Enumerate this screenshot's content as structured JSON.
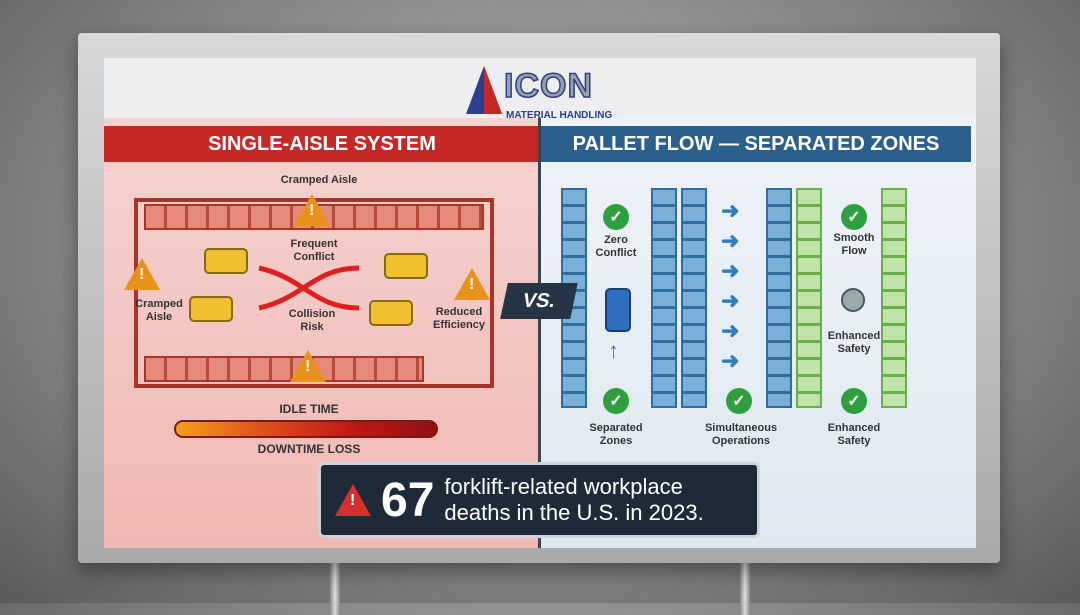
{
  "logo": {
    "name": "ICON",
    "sub": "MATERIAL HANDLING"
  },
  "left": {
    "title": "SINGLE-AISLE SYSTEM",
    "labels": {
      "cramped_top": "Cramped Aisle",
      "cramped_left": "Cramped\nAisle",
      "conflict": "Frequent\nConflict",
      "collision": "Collision\nRisk",
      "reduced": "Reduced\nEfficiency",
      "idle": "IDLE TIME",
      "downtime": "DOWNTIME LOSS"
    }
  },
  "vs": "VS.",
  "right": {
    "title": "PALLET FLOW — SEPARATED ZONES",
    "labels": {
      "zero": "Zero\nConflict",
      "smooth": "Smooth\nFlow",
      "enhanced_mid": "Enhanced\nSafety",
      "separated": "Separated\nZones",
      "simultaneous": "Simultaneous\nOperations",
      "enhanced_bottom": "Enhanced\nSafety"
    }
  },
  "banner": {
    "number": "67",
    "text": "forklift-related workplace deaths in the U.S. in 2023."
  },
  "colors": {
    "left_header": "#c62828",
    "right_header": "#2b5f8e",
    "banner": "#1f2a38",
    "warning": "#e8921c",
    "check": "#2e9e3e"
  }
}
